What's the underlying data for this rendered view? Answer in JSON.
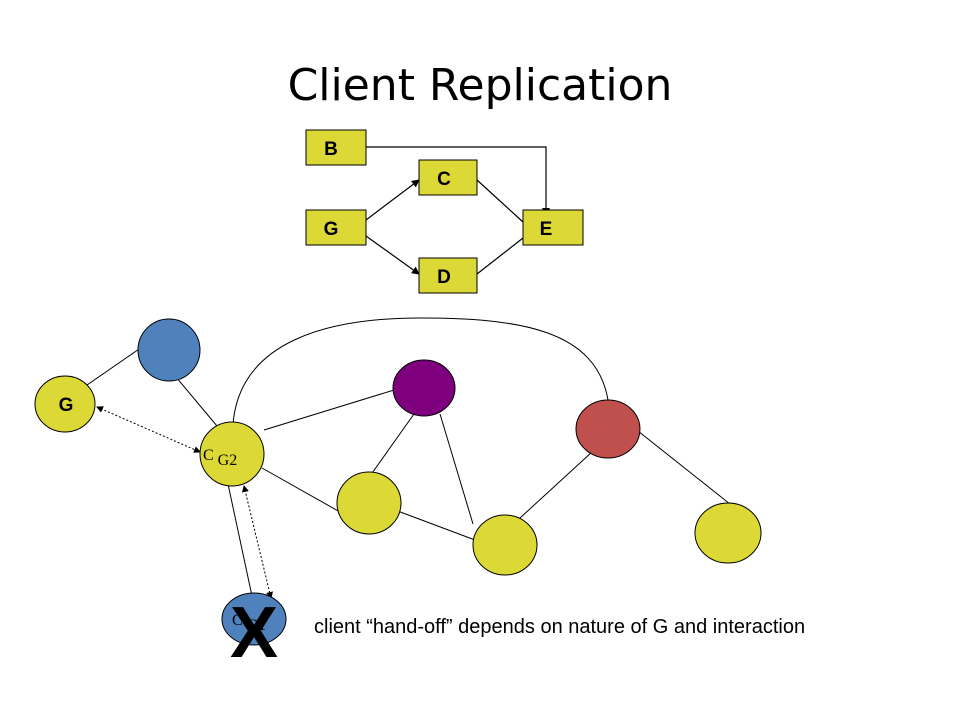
{
  "title": "Client Replication",
  "caption": "client “hand-off” depends on nature of G and interaction",
  "colors": {
    "box_fill": "#dcd835",
    "node_yellow": "#dcd835",
    "node_blue": "#4f81bd",
    "node_purple": "#7f007f",
    "node_red": "#c0504d",
    "stroke": "#000000"
  },
  "workflow": {
    "boxes": [
      {
        "id": "B",
        "label": "B"
      },
      {
        "id": "C",
        "label": "C"
      },
      {
        "id": "G",
        "label": "G"
      },
      {
        "id": "E",
        "label": "E"
      },
      {
        "id": "D",
        "label": "D"
      }
    ]
  },
  "network": {
    "node_g_label": "G",
    "node_cg2_label": "C",
    "node_cg2_sub": "G2",
    "node_cg1_label": "C",
    "node_cg1_sub": "G1",
    "x_mark": "X"
  }
}
